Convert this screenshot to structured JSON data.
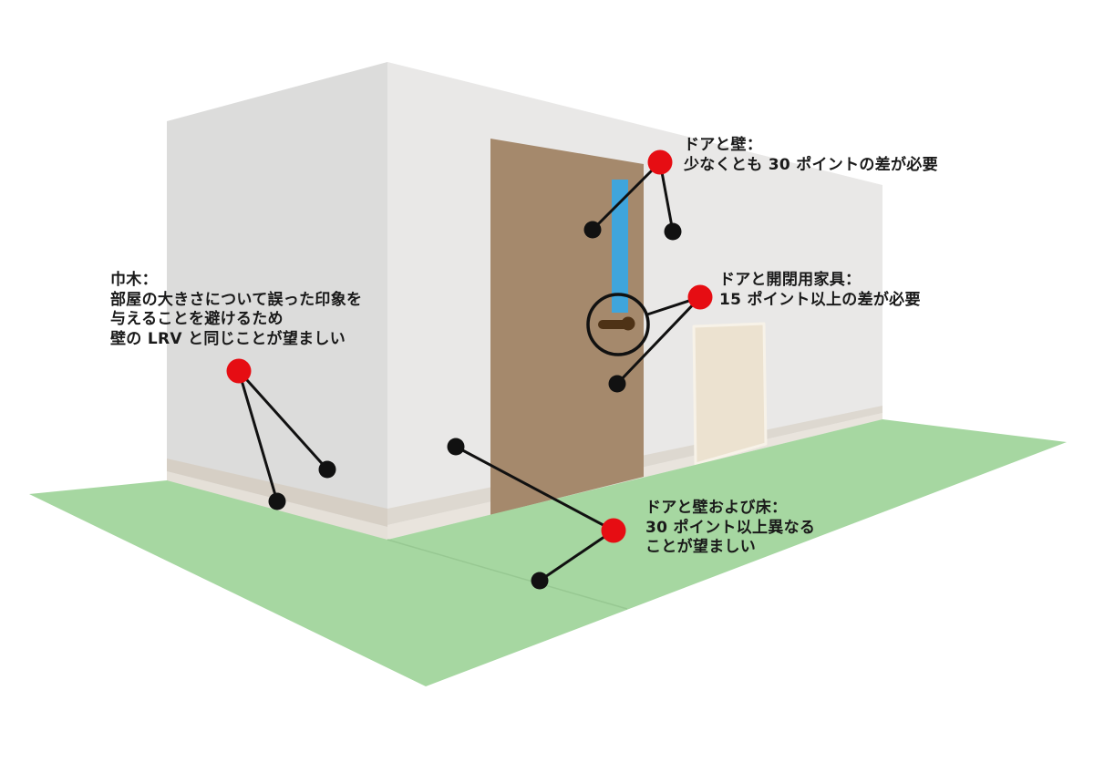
{
  "diagram": {
    "colors": {
      "background": "#ffffff",
      "left_wall": "#dcdcdb",
      "front_wall": "#e9e8e7",
      "skirting_left": "#d6cfc5",
      "skirting_left_light": "#e5e0d8",
      "skirting_front": "#ddd8d0",
      "skirting_front_light": "#e9e4dd",
      "door": "#a5896c",
      "door_edge_strip": "#3fa5dc",
      "door_handle": "#4e3216",
      "secondary_door": "#ece2d0",
      "secondary_door_frame": "#f7f2e8",
      "floor": "#a6d7a1",
      "floor_seam": "#97c892",
      "marker_red": "#e60d13",
      "marker_black": "#111111",
      "text": "#1a1a1a"
    },
    "callouts": [
      {
        "title": "ドアと壁：",
        "lines": [
          "少なくとも 30 ポイントの差が必要"
        ]
      },
      {
        "title": "ドアと開閉用家具：",
        "lines": [
          "15 ポイント以上の差が必要"
        ]
      },
      {
        "title": "巾木：",
        "lines": [
          "部屋の大きさについて誤った印象を",
          "与えることを避けるため",
          "壁の LRV と同じことが望ましい"
        ]
      },
      {
        "title": "ドアと壁および床：",
        "lines": [
          "30 ポイント以上異なる",
          "ことが望ましい"
        ]
      }
    ]
  }
}
